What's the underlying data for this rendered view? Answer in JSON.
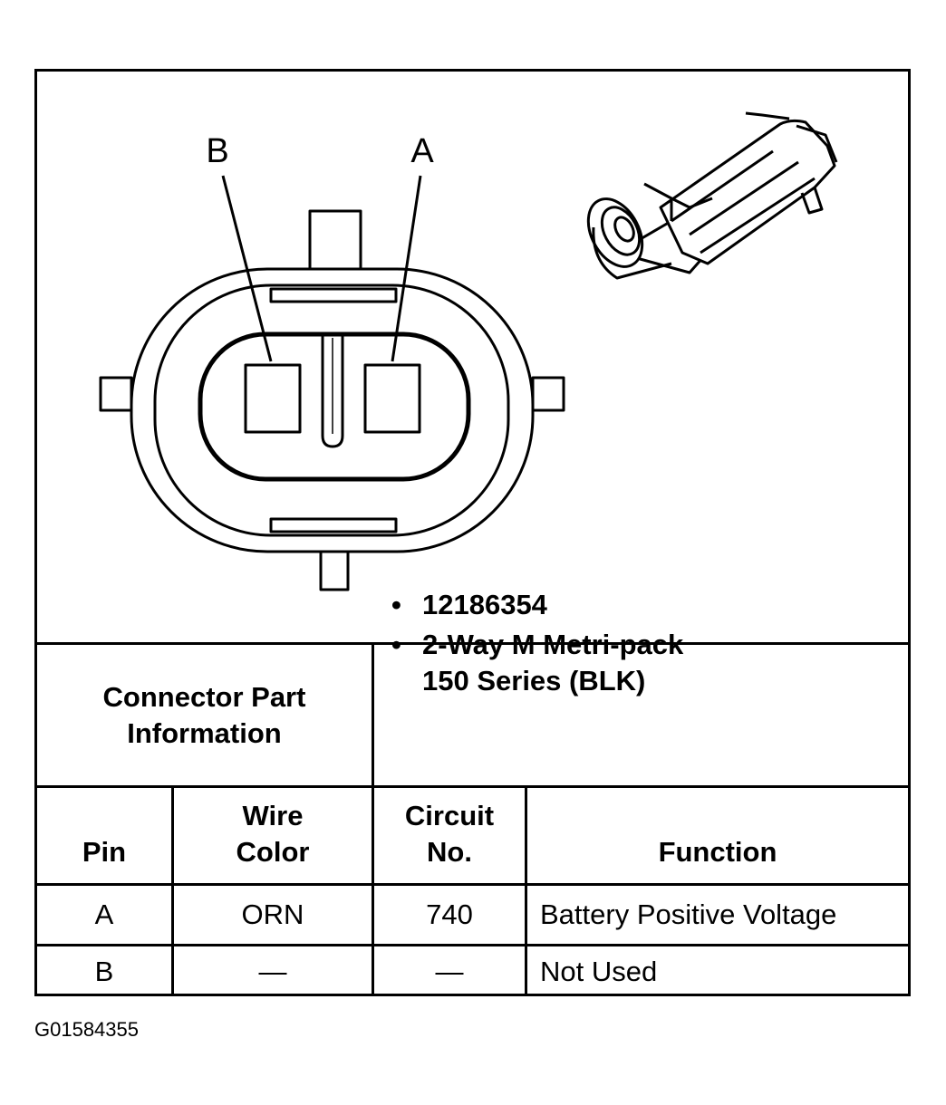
{
  "diagram": {
    "pin_labels": [
      "B",
      "A"
    ]
  },
  "part_info": {
    "label_line1": "Connector Part",
    "label_line2": "Information",
    "bullets": [
      {
        "bullet": "•",
        "lines": [
          "12186354"
        ]
      },
      {
        "bullet": "•",
        "lines": [
          "2-Way M Metri-pack",
          "150 Series (BLK)"
        ]
      }
    ]
  },
  "table": {
    "headers": {
      "pin": "Pin",
      "wire_color_1": "Wire",
      "wire_color_2": "Color",
      "circuit_1": "Circuit",
      "circuit_2": "No.",
      "function": "Function"
    },
    "rows": [
      {
        "pin": "A",
        "wire_color": "ORN",
        "circuit": "740",
        "function": "Battery Positive Voltage"
      },
      {
        "pin": "B",
        "wire_color": "—",
        "circuit": "—",
        "function": "Not Used"
      }
    ]
  },
  "figure_id": "G01584355"
}
